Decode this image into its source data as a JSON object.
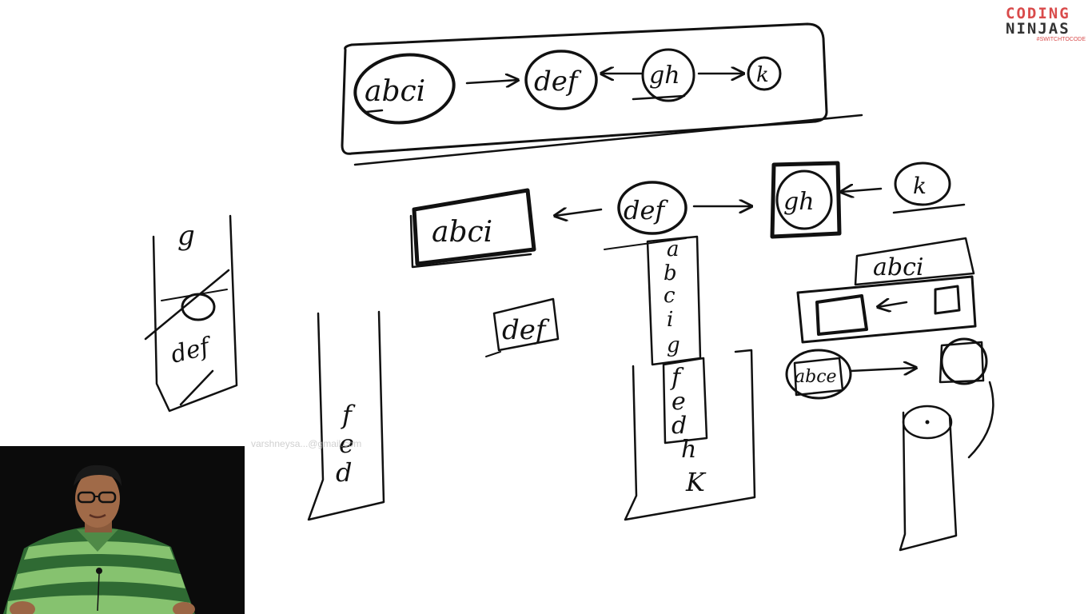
{
  "logo": {
    "line1": "CODING",
    "line2": "NINJAS",
    "tagline": "#SWITCHTOCODE"
  },
  "watermark": "varshneysa...@gmail.com",
  "whiteboard": {
    "top_chain": [
      "abci",
      "def",
      "gh",
      "k"
    ],
    "mid_nodes": [
      "abci",
      "def",
      "gh",
      "k"
    ],
    "loose_node": "def",
    "stack_left_cross": [
      "g",
      "def"
    ],
    "stack_left": [
      "f",
      "e",
      "d"
    ],
    "stack_middle_top": [
      "a",
      "b",
      "c",
      "i",
      "g"
    ],
    "stack_middle_box": [
      "f",
      "e",
      "d"
    ],
    "stack_middle_bottom": [
      "h",
      "K"
    ],
    "right_row_label": "abci",
    "right_small_node": "abce"
  },
  "colors": {
    "ink": "#111111",
    "brand": "#d94b4b",
    "shirt_dark": "#2f6a33",
    "shirt_light": "#86c26f"
  }
}
